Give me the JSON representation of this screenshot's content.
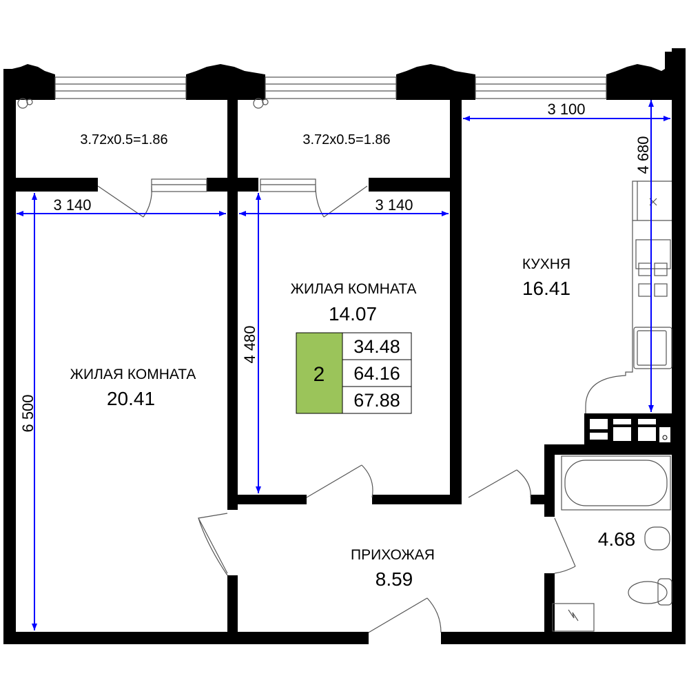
{
  "rooms": {
    "balcony_left": {
      "area_formula": "3.72x0.5=1.86"
    },
    "balcony_right": {
      "area_formula": "3.72x0.5=1.86"
    },
    "living_left": {
      "name": "ЖИЛАЯ КОМНАТА",
      "area": "20.41"
    },
    "living_right": {
      "name": "ЖИЛАЯ КОМНАТА",
      "area": "14.07"
    },
    "kitchen": {
      "name": "КУХНЯ",
      "area": "16.41"
    },
    "hall": {
      "name": "ПРИХОЖАЯ",
      "area": "8.59"
    },
    "bathroom": {
      "area": "4.68"
    }
  },
  "summary": {
    "rooms_count": "2",
    "living_area": "34.48",
    "total_area": "64.16",
    "total_area_with_balcony": "67.88",
    "accent_color": "#9bc45a"
  },
  "dimensions": {
    "left_width": "3 140",
    "left_height": "6 500",
    "mid_width": "3 140",
    "mid_height": "4 480",
    "kitchen_width": "3 100",
    "kitchen_height": "4 680",
    "color": "#0000ff"
  }
}
